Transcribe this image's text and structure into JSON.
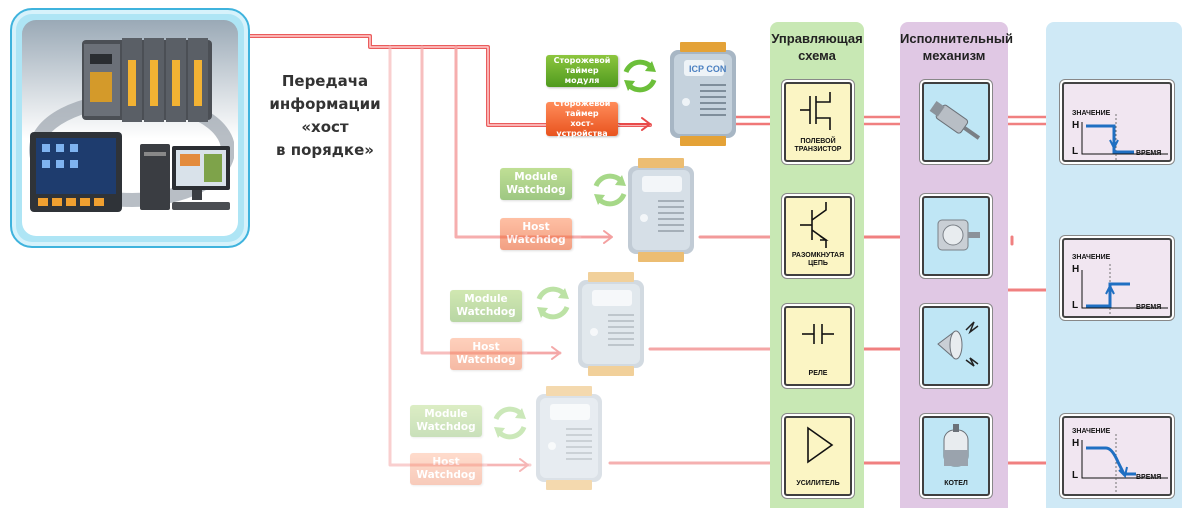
{
  "host_message": {
    "lines": [
      "Передача",
      "информации",
      "«хост",
      "в порядке»"
    ]
  },
  "watchdogs": {
    "row1": {
      "module": [
        "Сторожевой",
        "таймер",
        "модуля"
      ],
      "host": [
        "Сторожевой",
        "таймер",
        "хост-устройства"
      ]
    },
    "row2": {
      "module": [
        "Module",
        "Watchdog"
      ],
      "host": [
        "Host",
        "Watchdog"
      ]
    },
    "row3": {
      "module": [
        "Module",
        "Watchdog"
      ],
      "host": [
        "Host",
        "Watchdog"
      ]
    },
    "row4": {
      "module": [
        "Module",
        "Watchdog"
      ],
      "host": [
        "Host",
        "Watchdog"
      ]
    }
  },
  "module_logo": "ICP CON",
  "columns": {
    "control": {
      "title": [
        "Управляющая",
        "схема"
      ]
    },
    "actuator": {
      "title": [
        "Исполнительный",
        "механизм"
      ]
    }
  },
  "control_tiles": [
    {
      "label": [
        "ПОЛЕВОЙ",
        "ТРАНЗИСТОР"
      ],
      "icon": "fet-symbol-icon"
    },
    {
      "label": [
        "РАЗОМКНУТАЯ",
        "ЦЕПЬ"
      ],
      "icon": "transistor-symbol-icon"
    },
    {
      "label": [
        "РЕЛЕ"
      ],
      "icon": "relay-symbol-icon"
    },
    {
      "label": [
        "УСИЛИТЕЛЬ"
      ],
      "icon": "amplifier-symbol-icon"
    }
  ],
  "actuator_tiles": [
    {
      "label": [],
      "icon": "linear-actuator-icon"
    },
    {
      "label": [],
      "icon": "motor-icon"
    },
    {
      "label": [],
      "icon": "siren-icon"
    },
    {
      "label": [
        "КОТЕЛ"
      ],
      "icon": "boiler-icon"
    }
  ],
  "graphs": [
    {
      "value_label": "ЗНАЧЕНИЕ",
      "high": "H",
      "low": "L",
      "time_label": "ВРЕМЯ",
      "transition": "high-to-low"
    },
    {
      "value_label": "ЗНАЧЕНИЕ",
      "high": "H",
      "low": "L",
      "time_label": "ВРЕМЯ",
      "transition": "low-to-high"
    },
    {
      "value_label": "ЗНАЧЕНИЕ",
      "high": "H",
      "low": "L",
      "time_label": "ВРЕМЯ",
      "transition": "high-to-low"
    }
  ],
  "colors": {
    "wire": "#f08080",
    "control_column": "#c8e8b4",
    "actuator_column": "#e0c8e4",
    "output_column": "#cfe9f6",
    "control_tile": "#fbf5c4",
    "actuator_tile": "#bfe6f5",
    "step_line": "#1f6fc2"
  }
}
